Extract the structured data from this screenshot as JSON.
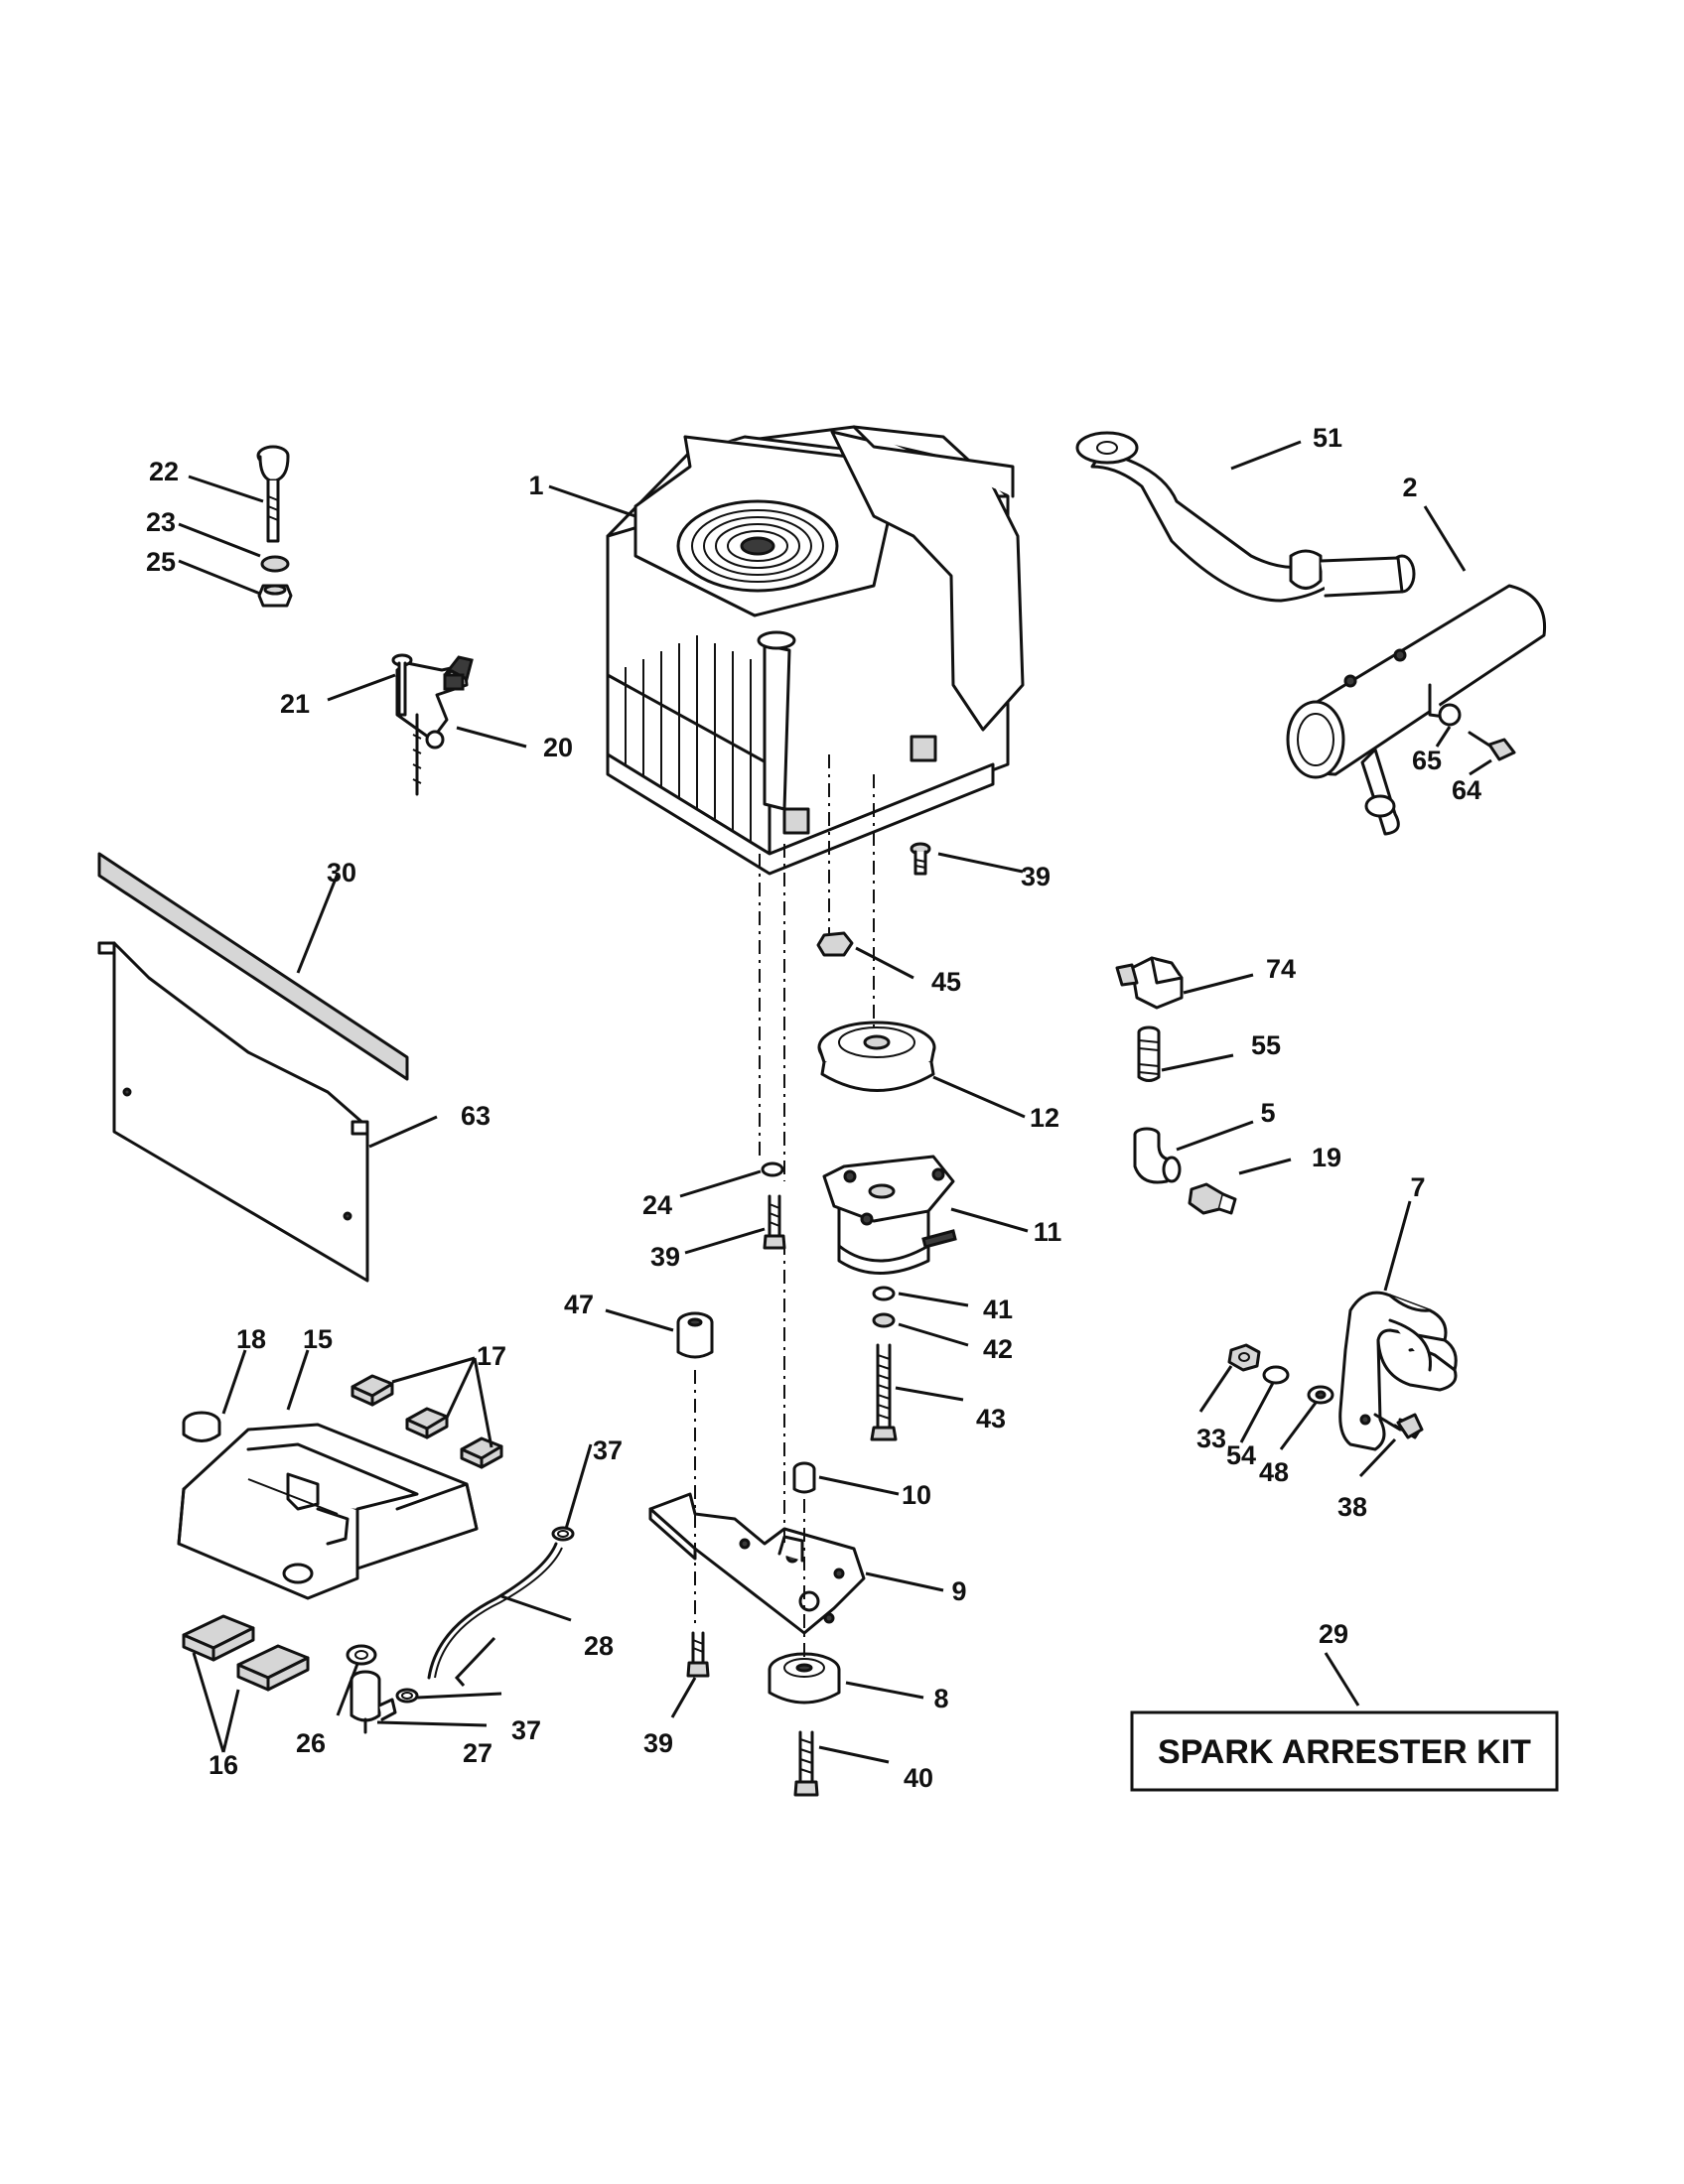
{
  "kit_label": "SPARK ARRESTER KIT",
  "callouts": {
    "c1": "1",
    "c2": "2",
    "c5": "5",
    "c7": "7",
    "c8": "8",
    "c9": "9",
    "c10": "10",
    "c11": "11",
    "c12": "12",
    "c15": "15",
    "c16": "16",
    "c17": "17",
    "c18": "18",
    "c19": "19",
    "c20": "20",
    "c21": "21",
    "c22": "22",
    "c23": "23",
    "c24": "24",
    "c25": "25",
    "c26": "26",
    "c27": "27",
    "c28": "28",
    "c29": "29",
    "c30": "30",
    "c33": "33",
    "c37a": "37",
    "c37b": "37",
    "c38": "38",
    "c39a": "39",
    "c39b": "39",
    "c39c": "39",
    "c40": "40",
    "c41": "41",
    "c42": "42",
    "c43": "43",
    "c45": "45",
    "c47": "47",
    "c48": "48",
    "c51": "51",
    "c54": "54",
    "c55": "55",
    "c63": "63",
    "c64": "64",
    "c65": "65",
    "c74": "74"
  }
}
